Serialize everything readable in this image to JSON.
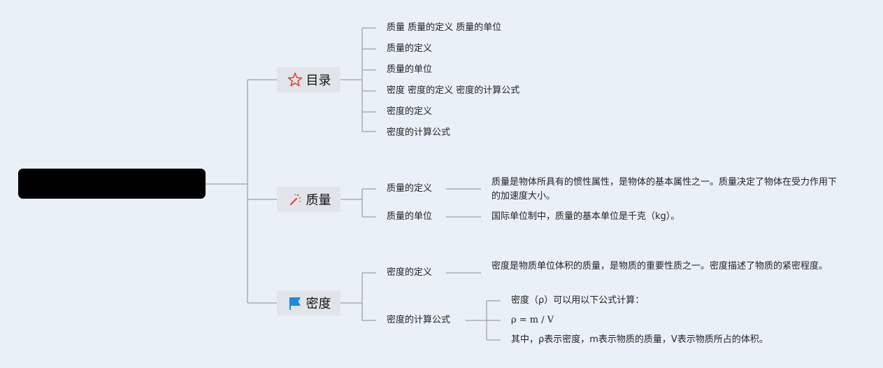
{
  "root": {
    "label": ""
  },
  "branches": [
    {
      "label": "目录",
      "icon": "star-outline-icon",
      "items": [
        "质量 质量的定义 质量的单位",
        "质量的定义",
        "质量的单位",
        "密度 密度的定义 密度的计算公式",
        "密度的定义",
        "密度的计算公式"
      ]
    },
    {
      "label": "质量",
      "icon": "magic-wand-icon",
      "items": [
        {
          "label": "质量的定义",
          "detail": "质量是物体所具有的惯性属性，是物体的基本属性之一。质量决定了物体在受力作用下的加速度大小。"
        },
        {
          "label": "质量的单位",
          "detail": "国际单位制中，质量的基本单位是千克（kg）。"
        }
      ]
    },
    {
      "label": "密度",
      "icon": "flag-icon",
      "items": [
        {
          "label": "密度的定义",
          "detail": "密度是物质单位体积的质量，是物质的重要性质之一。密度描述了物质的紧密程度。"
        },
        {
          "label": "密度的计算公式",
          "subitems": [
            "密度（ρ）可以用以下公式计算：",
            "ρ = m / V",
            "其中，ρ表示密度，m表示物质的质量，V表示物质所占的体积。"
          ]
        }
      ]
    }
  ],
  "colors": {
    "background": "#e9f0f8",
    "connector": "#8c8c8c",
    "branch_fill": "#e1e5ea",
    "root_fill": "#000000",
    "star": "#e0452c",
    "wand": "#e0452c",
    "flag": "#1a8be0"
  }
}
